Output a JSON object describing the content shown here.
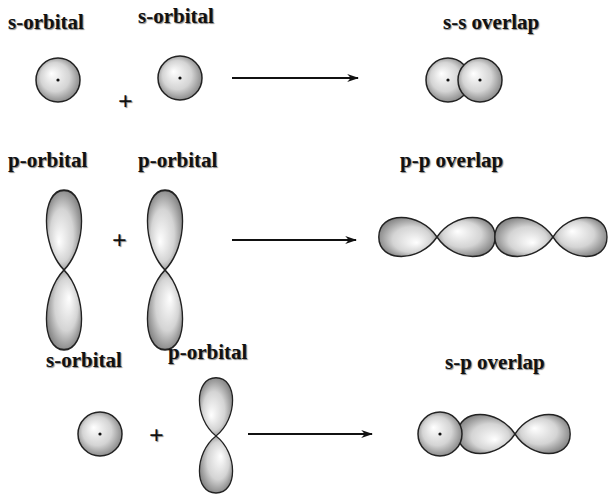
{
  "diagram": {
    "labels": [
      "s-orbital",
      "s-orbital",
      "s-s overlap",
      "+",
      "p-orbital",
      "p-orbital",
      "p-p overlap",
      "+",
      "s-orbital",
      "p-orbital",
      "s-p overlap",
      "+"
    ]
  }
}
